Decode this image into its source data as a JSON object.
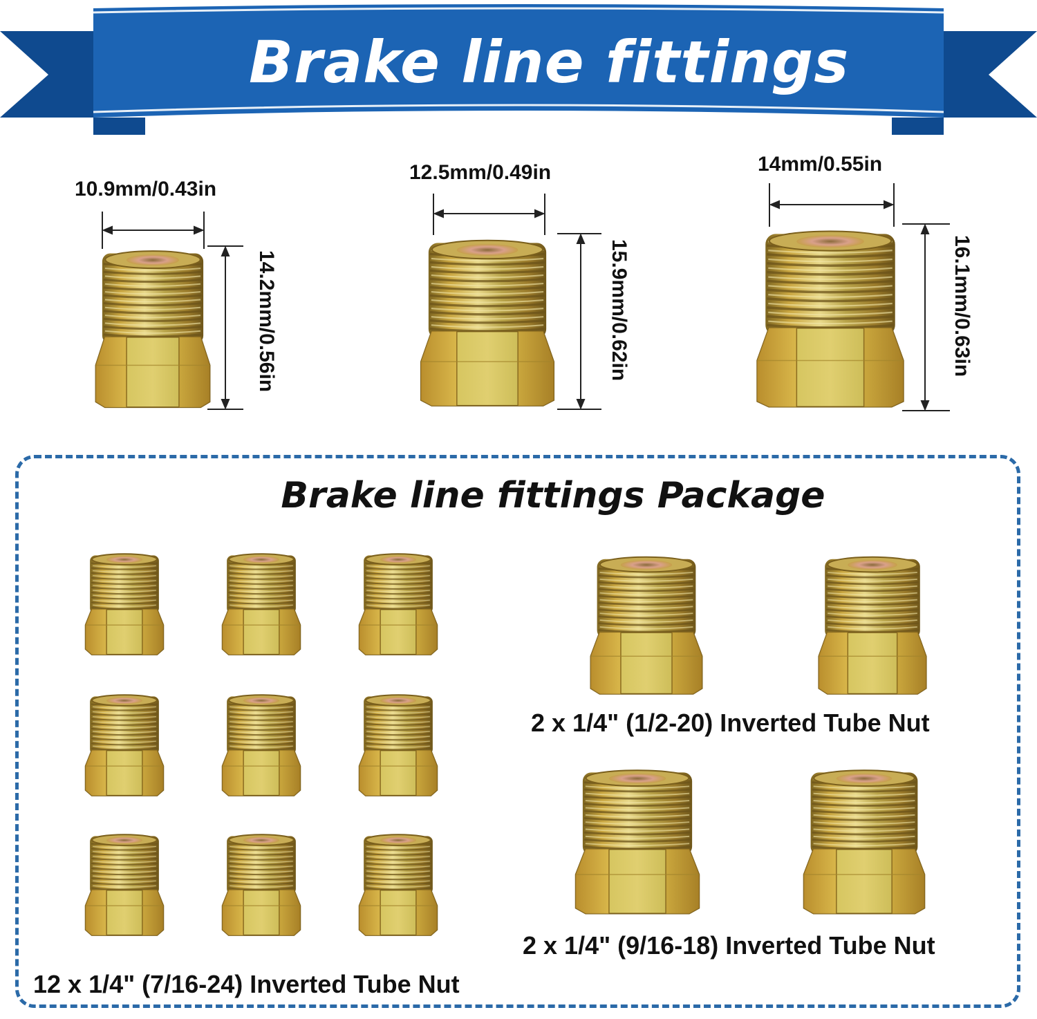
{
  "banner": {
    "title": "Brake line fittings",
    "color_main": "#1c64b4",
    "color_dark": "#0f4a8f"
  },
  "sizes": [
    {
      "width_label": "10.9mm/0.43in",
      "height_label": "14.2mm/0.56in"
    },
    {
      "width_label": "12.5mm/0.49in",
      "height_label": "15.9mm/0.62in"
    },
    {
      "width_label": "14mm/0.55in",
      "height_label": "16.1mm/0.63in"
    }
  ],
  "package": {
    "title": "Brake line fittings Package",
    "border_color": "#2b6aa8",
    "groups": [
      {
        "caption": "12 x 1/4\" (7/16-24) Inverted Tube Nut",
        "count": 12
      },
      {
        "caption": "2 x 1/4\" (1/2-20) Inverted Tube Nut",
        "count": 2
      },
      {
        "caption": "2 x 1/4\" (9/16-18) Inverted Tube Nut",
        "count": 2
      }
    ]
  },
  "colors": {
    "brass_light": "#e6c95a",
    "brass_mid": "#c79a2c",
    "brass_dark": "#8f6a1c",
    "brass_green": "#b3b24a"
  }
}
